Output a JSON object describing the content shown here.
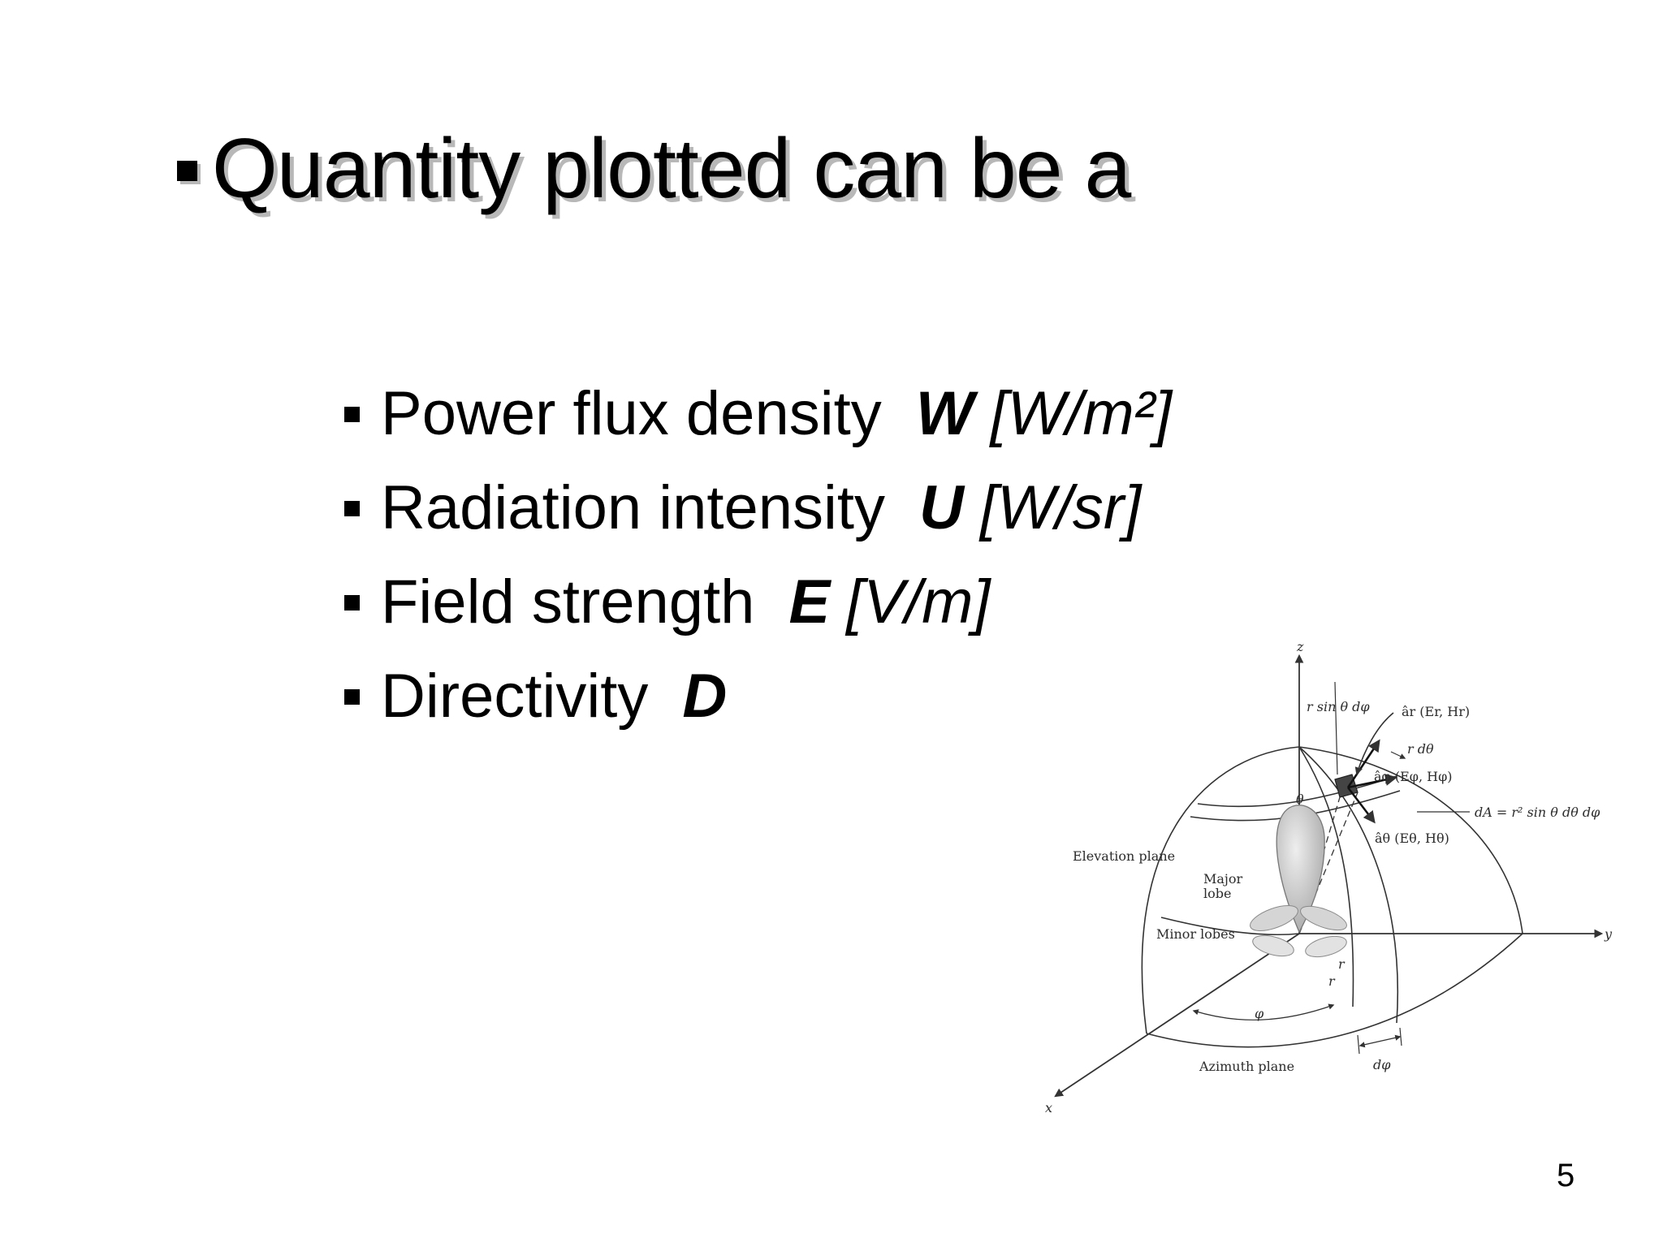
{
  "slide": {
    "title": "Quantity plotted can be a",
    "page_number": "5"
  },
  "bullets": [
    {
      "text": "Power flux density",
      "symbol": "W",
      "unit": "[W/m²]"
    },
    {
      "text": "Radiation intensity",
      "symbol": "U",
      "unit": "[W/sr]"
    },
    {
      "text": "Field strength",
      "symbol": "E",
      "unit": "[V/m]"
    },
    {
      "text": "Directivity",
      "symbol": "D",
      "unit": ""
    }
  ],
  "diagram": {
    "labels": {
      "z": "z",
      "y": "y",
      "x": "x",
      "r_sin_theta_dphi": "r sin θ dφ",
      "ar": "âr (Er, Hr)",
      "r_dtheta": "r dθ",
      "aphi": "âφ (Eφ, Hφ)",
      "da": "dA = r² sin θ dθ dφ",
      "theta": "θ",
      "atheta": "âθ (Eθ, Hθ)",
      "elevation_plane": "Elevation plane",
      "major_lobe_1": "Major",
      "major_lobe_2": "lobe",
      "minor_lobes": "Minor lobes",
      "r1": "r",
      "r2": "r",
      "phi": "φ",
      "azimuth_plane": "Azimuth plane",
      "dphi": "dφ"
    }
  }
}
